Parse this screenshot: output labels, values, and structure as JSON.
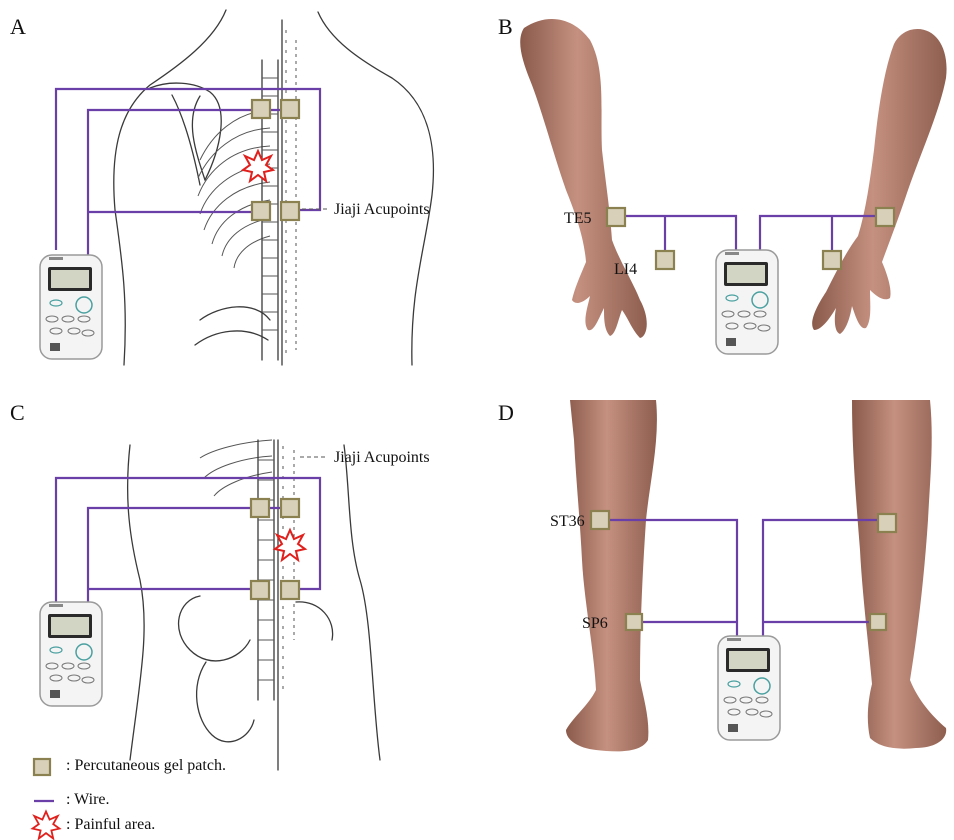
{
  "panels": {
    "a": {
      "letter": "A",
      "callout": "Jiaji Acupoints"
    },
    "b": {
      "letter": "B",
      "points": [
        "TE5",
        "LI4"
      ]
    },
    "c": {
      "letter": "C",
      "callout": "Jiaji Acupoints"
    },
    "d": {
      "letter": "D",
      "points": [
        "ST36",
        "SP6"
      ]
    }
  },
  "legend": {
    "patch": ": Percutaneous gel patch.",
    "wire": ": Wire.",
    "pain": ": Painful area."
  },
  "colors": {
    "wire": "#6a3fa8",
    "patch_fill": "#d8d0b8",
    "patch_edge": "#8a8050",
    "pain": "#e0201c",
    "skin": "#b8806e"
  },
  "icons": [
    "tens-device-icon",
    "gel-patch-icon",
    "painful-area-star-icon"
  ]
}
